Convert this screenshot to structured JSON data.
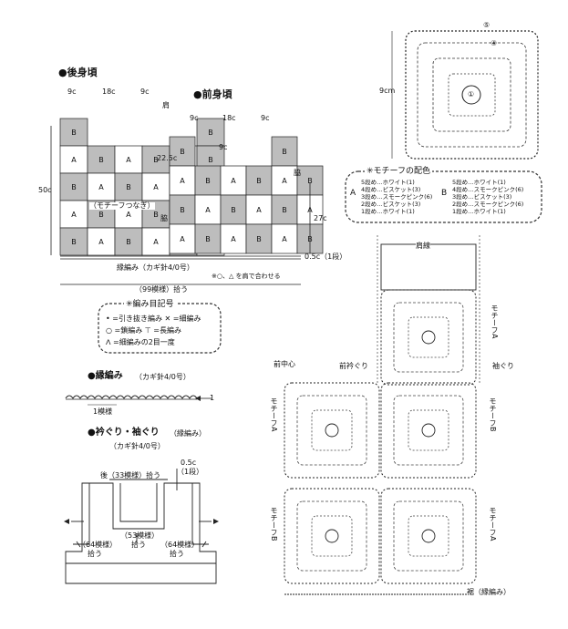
{
  "back": {
    "title": "●後身頃",
    "w_left": "9c",
    "w_mid": "18c",
    "w_right": "9c",
    "height": "50c",
    "shoulder": "肩",
    "join_note": "（モチーフつなぎ）",
    "border_note": "縁編み（カギ針4/0号）",
    "pickup_note": "（99模様）拾う",
    "align_note": "※○、△ を肩で合わせる",
    "rows": [
      [
        "B",
        "",
        "",
        "",
        "",
        "B"
      ],
      [
        "A",
        "B",
        "A",
        "B",
        "A",
        "B"
      ],
      [
        "B",
        "A",
        "B",
        "A",
        "B",
        "A"
      ],
      [
        "A",
        "B",
        "A",
        "B",
        "A",
        "B"
      ],
      [
        "B",
        "A",
        "B",
        "A",
        "B",
        "A"
      ]
    ]
  },
  "front": {
    "title": "●前身頃",
    "w_left": "9c",
    "w_mid": "18c",
    "w_right": "9c",
    "neck_depth": "22.5c",
    "neck_w": "9c",
    "height": "27c",
    "side": "脇",
    "side2": "脇",
    "edge": "0.5c（1段）",
    "rows": [
      [
        "B",
        "",
        "",
        "",
        "B",
        ""
      ],
      [
        "A",
        "B",
        "A",
        "B",
        "A",
        "B"
      ],
      [
        "B",
        "A",
        "B",
        "A",
        "B",
        "A"
      ],
      [
        "A",
        "B",
        "A",
        "B",
        "A",
        "B"
      ]
    ]
  },
  "motif": {
    "size_label": "9cm",
    "round5": "⑤",
    "round4": "④",
    "round1": "①",
    "color_title": "✳モチーフの配色",
    "a_label": "A",
    "b_label": "B",
    "a_rows": [
      "5段め…ホワイト(1)",
      "4段め…ビスケット(3)",
      "3段め…スモークピンク(6)",
      "2段め…ビスケット(3)",
      "1段め…ホワイト(1)"
    ],
    "b_rows": [
      "5段め…ホワイト(1)",
      "4段め…スモークピンク(6)",
      "3段め…ビスケット(3)",
      "2段め…スモークピンク(6)",
      "1段め…ホワイト(1)"
    ]
  },
  "symbols": {
    "title": "✳編み目記号",
    "line1": "• =引き抜き編み ✕ =細編み",
    "line2": "○ =鎖編み   ⊤ =長編み",
    "line3": "ᐱ =細編みの2目一度"
  },
  "border": {
    "title": "●縁編み",
    "sub": "（カギ針4/0号）",
    "repeat": "1模様",
    "arrow": "1"
  },
  "neck": {
    "title": "●衿ぐり・袖ぐり",
    "title_sub": "（縁編み）",
    "hook": "（カギ針4/0号）",
    "back_pick": "後（33模様）拾う",
    "edge": "0.5c",
    "edge2": "（1段）",
    "front_pick": "（53模様）",
    "front_pick2": "拾う",
    "left_pick": "（64模様）",
    "left_pick2": "拾う",
    "right_pick": "（64模様）",
    "right_pick2": "拾う"
  },
  "layout_labels": {
    "shoulder_line": "肩線",
    "center_front": "前中心",
    "neckline": "前衿ぐり",
    "armhole": "袖ぐり",
    "motif_a1": "モチーフA",
    "motif_a2": "モチーフA",
    "motif_b1": "モチーフB",
    "motif_b2": "モチーフB",
    "motif_a3": "モチーフA",
    "border_label": "裾（縁編み）"
  }
}
